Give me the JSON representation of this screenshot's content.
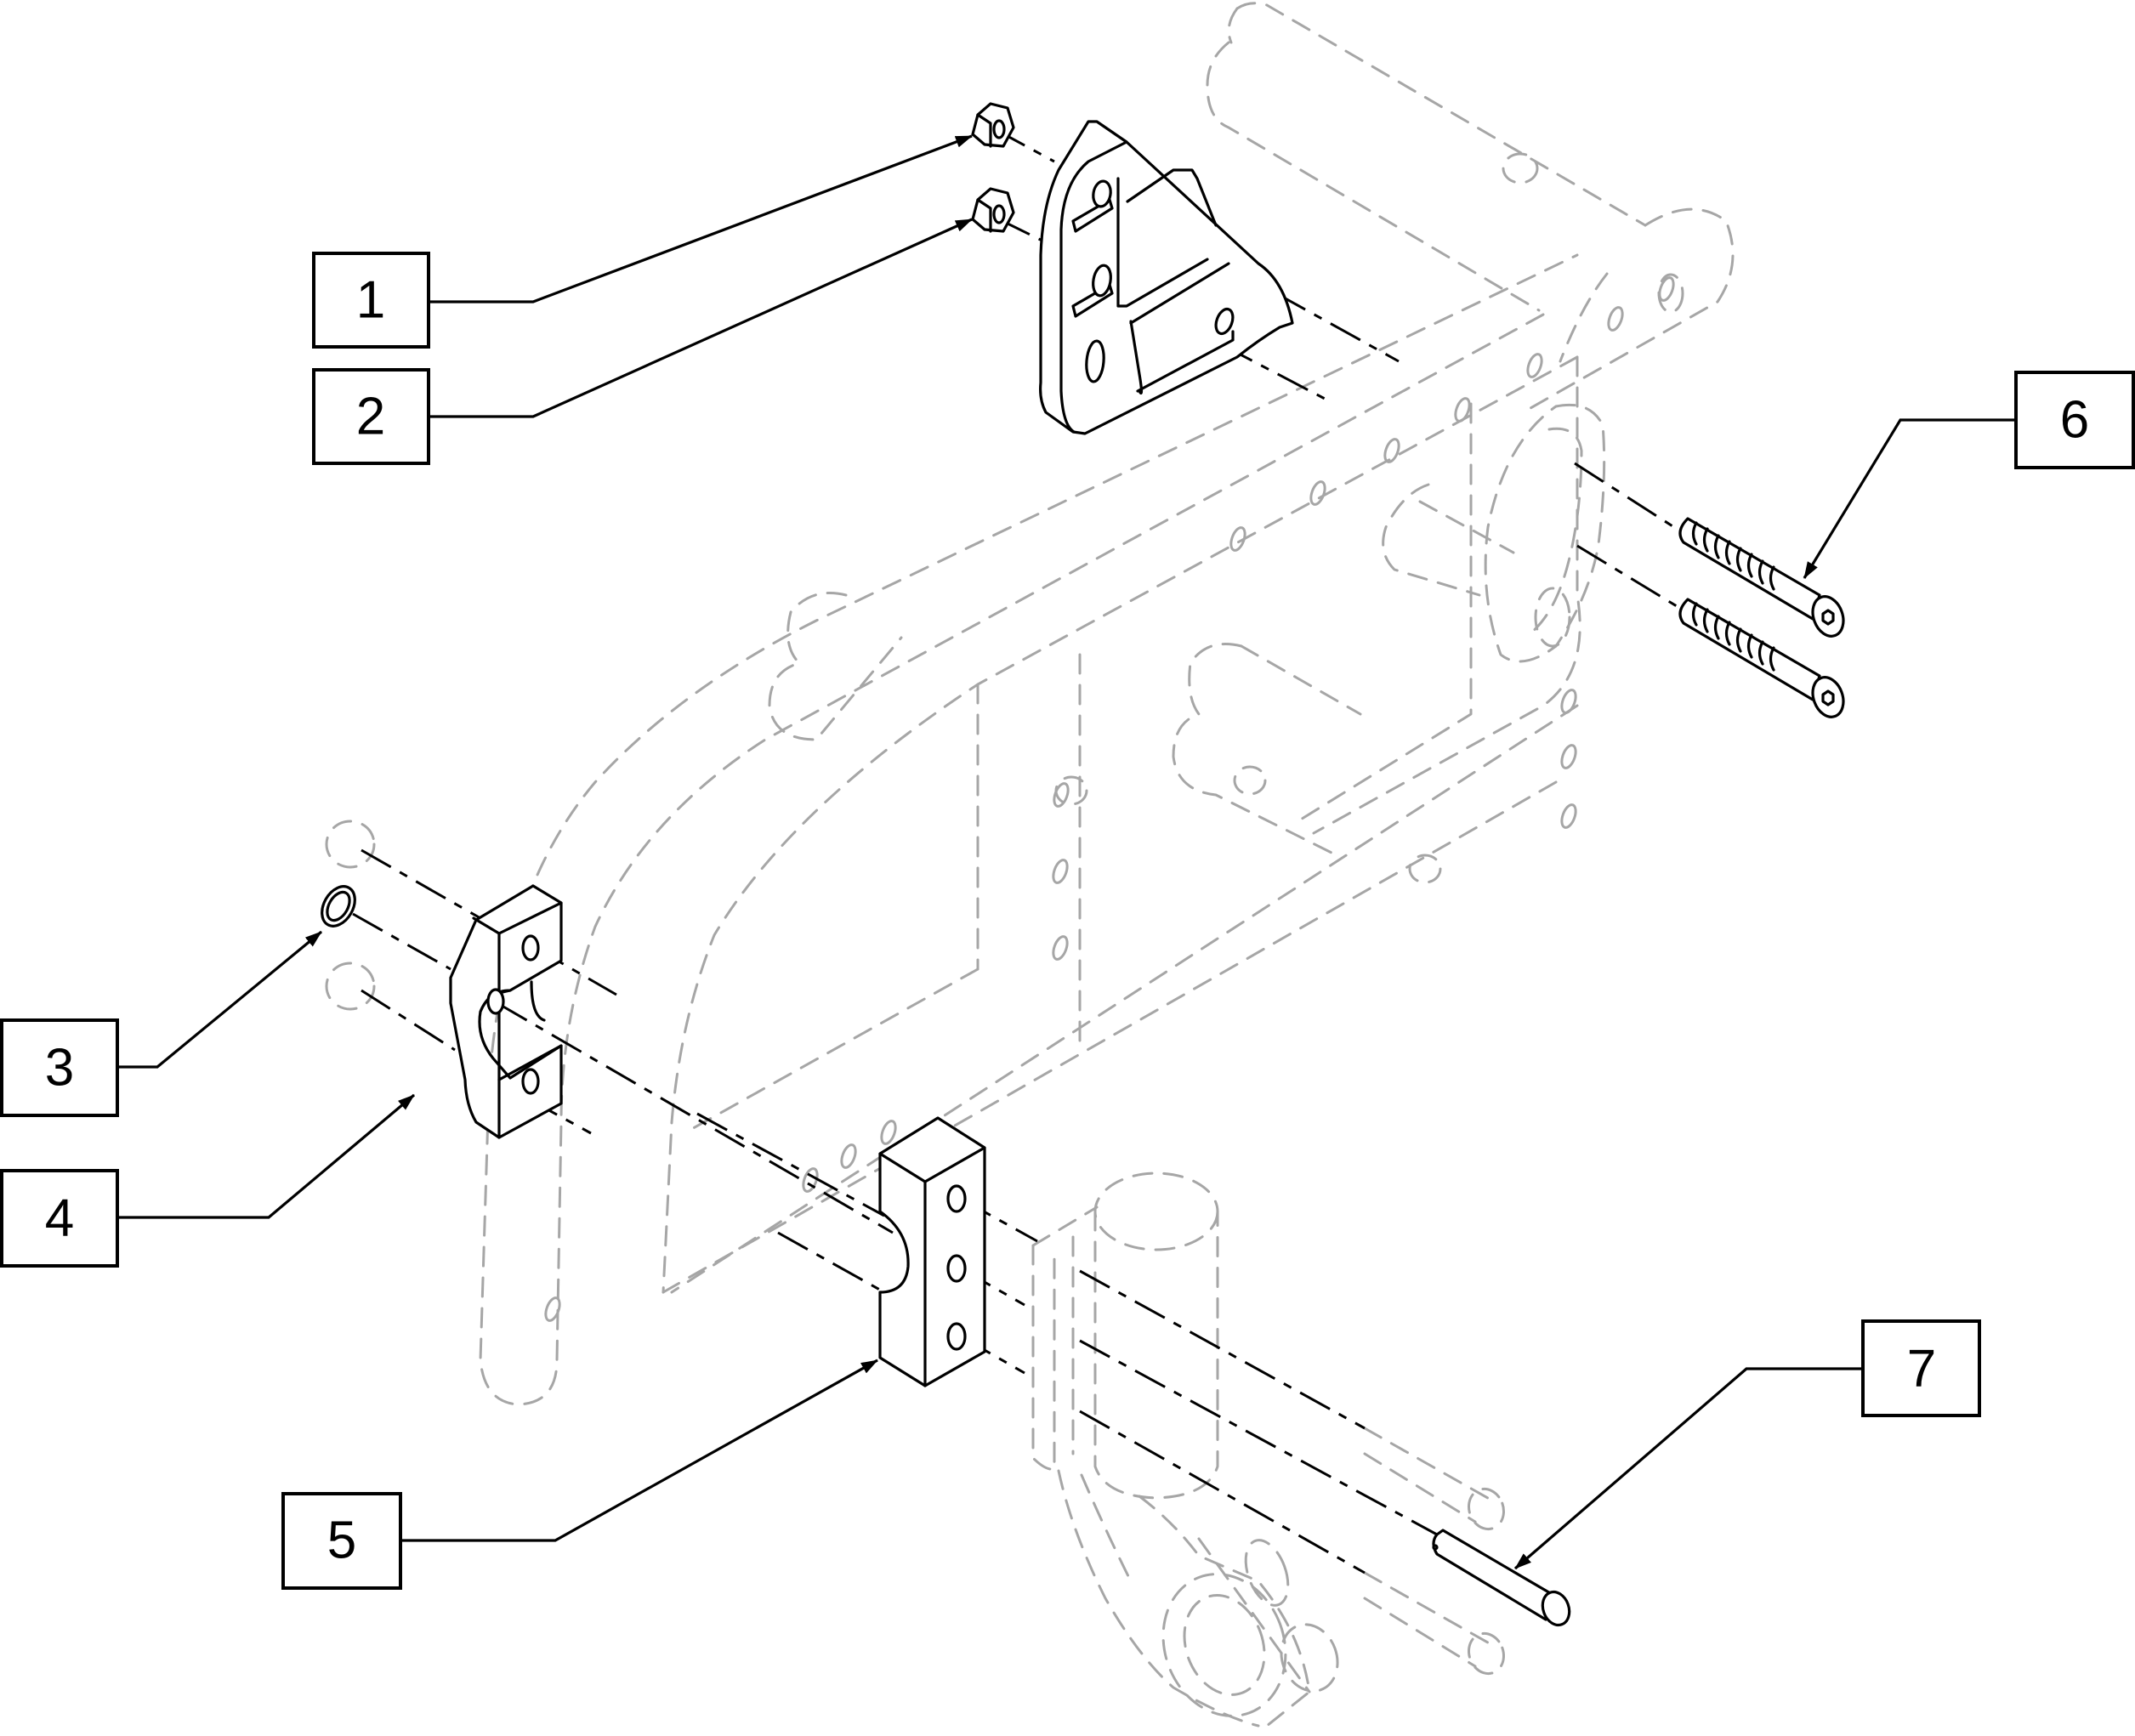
{
  "diagram": {
    "type": "exploded-parts-diagram",
    "line_colors": {
      "part": "#000000",
      "ghost_frame": "#a6a6a6",
      "background": "#ffffff"
    },
    "callouts": [
      {
        "id": "1",
        "label": "1",
        "points_to": "hex nut (upper)"
      },
      {
        "id": "2",
        "label": "2",
        "points_to": "hex nut (lower)"
      },
      {
        "id": "3",
        "label": "3",
        "points_to": "washer"
      },
      {
        "id": "4",
        "label": "4",
        "points_to": "clamp half with slot"
      },
      {
        "id": "5",
        "label": "5",
        "points_to": "mounting block"
      },
      {
        "id": "6",
        "label": "6",
        "points_to": "button head bolts (pair)"
      },
      {
        "id": "7",
        "label": "7",
        "points_to": "clevis pin"
      }
    ]
  }
}
